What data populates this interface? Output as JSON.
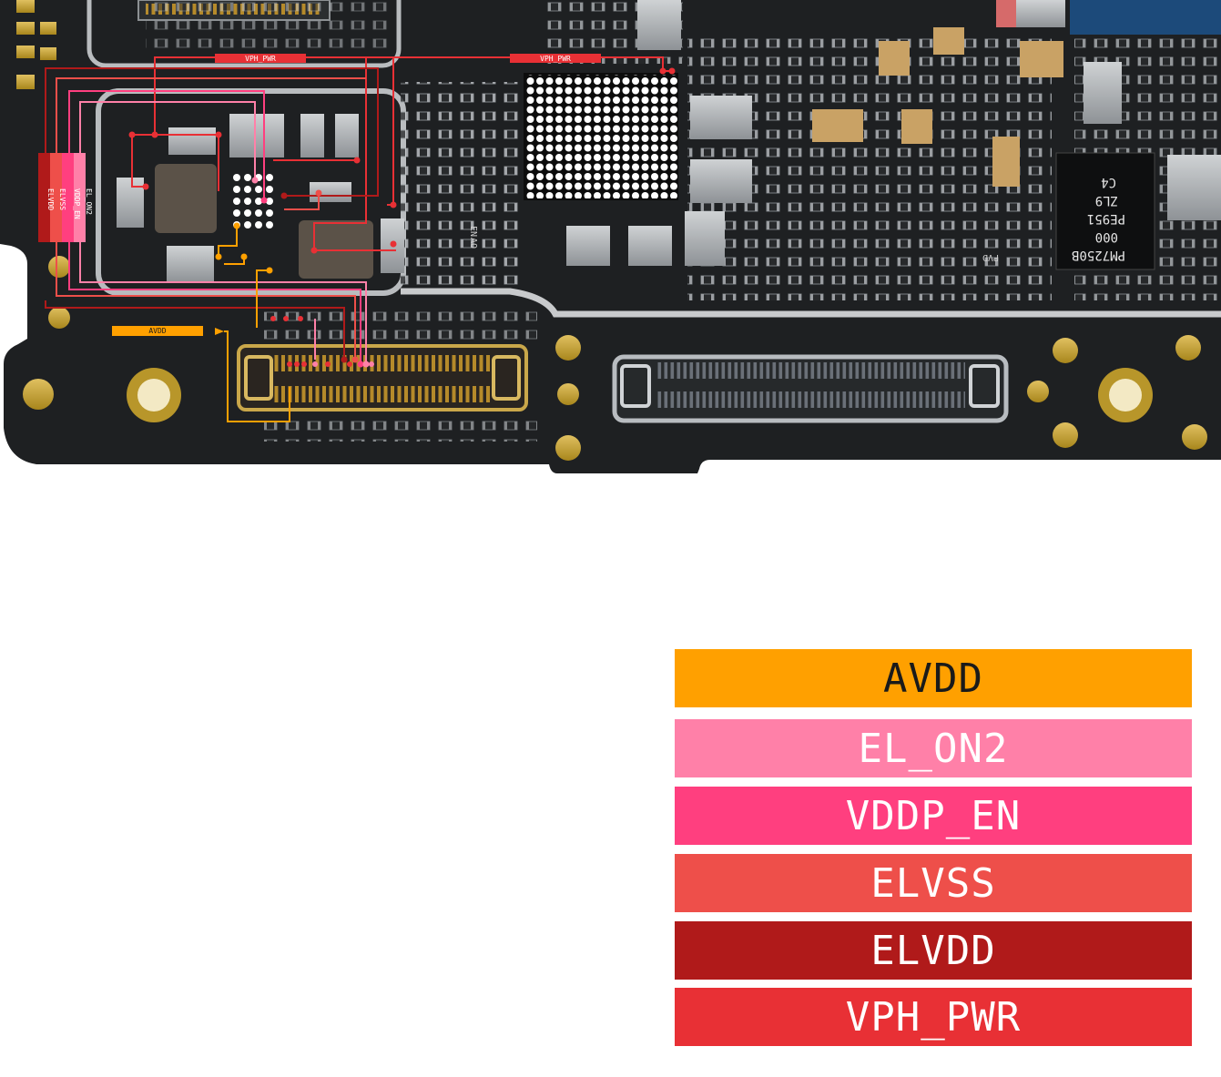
{
  "board": {
    "labels": {
      "vph_pwr_left": "VPH_PWR",
      "vph_pwr_right": "VPH_PWR",
      "avdd": "AVDD",
      "elvdd": "ELVDD",
      "elvss": "ELVSS",
      "vddp_en": "VDDP_EN",
      "el_on2": "EL_ON2"
    },
    "chip_markings": {
      "pmic": [
        "PM7250B",
        "000",
        "PE951",
        "ZL9",
        "C4"
      ],
      "small": [
        "EN",
        "AO"
      ],
      "pvd": "PVD"
    }
  },
  "legend": [
    {
      "name": "AVDD",
      "color": "#FFA000",
      "text_color": "#1a1a1a"
    },
    {
      "name": "EL_ON2",
      "color": "#FF80A8",
      "text_color": "#ffffff"
    },
    {
      "name": "VDDP_EN",
      "color": "#FF3F7F",
      "text_color": "#ffffff"
    },
    {
      "name": "ELVSS",
      "color": "#EE4F4A",
      "text_color": "#ffffff"
    },
    {
      "name": "ELVDD",
      "color": "#B01A1A",
      "text_color": "#ffffff"
    },
    {
      "name": "VPH_PWR",
      "color": "#E83035",
      "text_color": "#ffffff"
    }
  ],
  "colors": {
    "board": "#1e2022",
    "trace_vph": "#E83035",
    "trace_avdd": "#FFA000",
    "trace_elon2": "#FF80A8",
    "trace_vddp": "#FF3F7F",
    "trace_elvss": "#EE4F4A",
    "trace_elvdd": "#B01A1A",
    "gold": "#c9a227"
  }
}
